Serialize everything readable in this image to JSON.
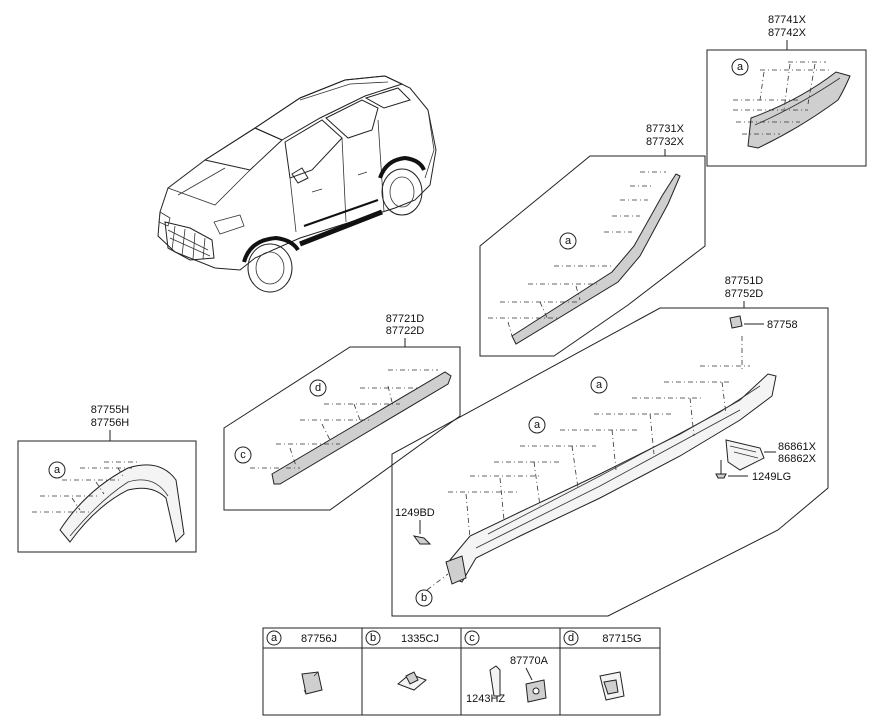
{
  "labels": {
    "fender_rear_top": "87741X",
    "fender_rear_bot": "87742X",
    "door_rear_top": "87731X",
    "door_rear_bot": "87732X",
    "sill_top": "87751D",
    "sill_bot": "87752D",
    "door_front_top": "87721D",
    "door_front_bot": "87722D",
    "fender_front_top": "87755H",
    "fender_front_bot": "87756H",
    "clip_87758": "87758",
    "bracket_top": "86861X",
    "bracket_bot": "86862X",
    "screw_1249lg": "1249LG",
    "screw_1249bd": "1249BD"
  },
  "letters": {
    "a": "a",
    "b": "b",
    "c": "c",
    "d": "d"
  },
  "legend": {
    "a": {
      "letter": "a",
      "part": "87756J"
    },
    "b": {
      "letter": "b",
      "part": "1335CJ"
    },
    "c": {
      "letter": "c",
      "part": "87770A",
      "part2": "1243HZ"
    },
    "d": {
      "letter": "d",
      "part": "87715G"
    }
  }
}
